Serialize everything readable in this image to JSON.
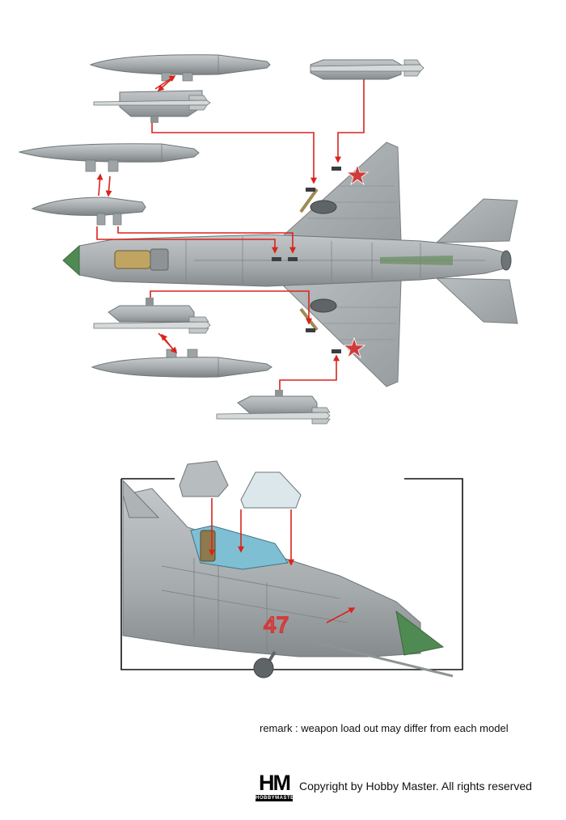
{
  "remark": "remark : weapon load out may differ from each model",
  "copyright": "Copyright by Hobby Master. All rights reserved",
  "logo": {
    "letters": "HM",
    "subtitle": "HOBBYMASTER"
  },
  "colors": {
    "aircraft_grey": "#a9aeb0",
    "aircraft_dark": "#7f8587",
    "nose_green": "#4f8a52",
    "star_red": "#d23a3a",
    "arrow_red": "#d9241c",
    "canopy_blue": "#7fbfd3",
    "frame_black": "#111111"
  }
}
